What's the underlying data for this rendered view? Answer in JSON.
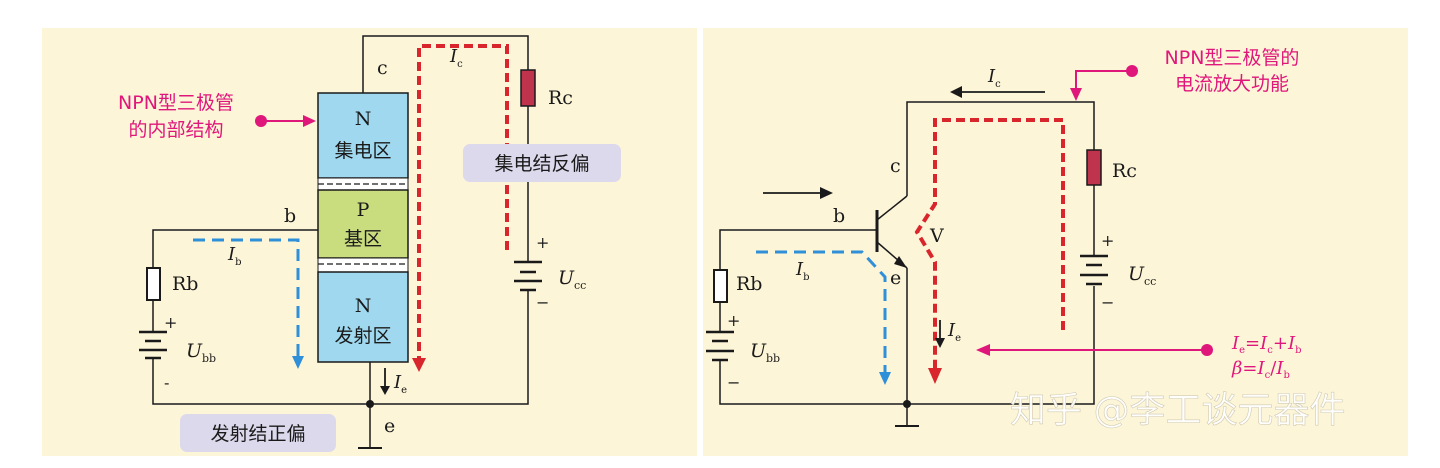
{
  "left": {
    "callout": [
      "NPN型三极管",
      "的内部结构"
    ],
    "regions": {
      "collector": [
        "N",
        "集电区"
      ],
      "base": [
        "P",
        "基区"
      ],
      "emitter": [
        "N",
        "发射区"
      ]
    },
    "terminals": {
      "c": "c",
      "b": "b",
      "e": "e"
    },
    "resistors": {
      "rc": "Rc",
      "rb": "Rb"
    },
    "sources": {
      "ucc": "U",
      "ucc_sub": "cc",
      "ubb": "U",
      "ubb_sub": "bb"
    },
    "currents": {
      "ic": "I",
      "ic_sub": "c",
      "ib": "I",
      "ib_sub": "b",
      "ie": "I",
      "ie_sub": "e"
    },
    "polarity": {
      "plus": "+",
      "minus": "−",
      "minus_b": "-"
    },
    "badges": {
      "collector_reverse": "集电结反偏",
      "emitter_forward": "发射结正偏"
    }
  },
  "right": {
    "callout": [
      "NPN型三极管的",
      "电流放大功能"
    ],
    "terminals": {
      "c": "c",
      "b": "b",
      "e": "e",
      "v": "V"
    },
    "resistors": {
      "rc": "Rc",
      "rb": "Rb"
    },
    "sources": {
      "ucc": "U",
      "ucc_sub": "cc",
      "ubb": "U",
      "ubb_sub": "bb"
    },
    "currents": {
      "ic": "I",
      "ic_sub": "c",
      "ib": "I",
      "ib_sub": "b",
      "ie": "I",
      "ie_sub": "e"
    },
    "polarity": {
      "plus": "+",
      "minus": "−"
    },
    "formula1": {
      "ie": "I",
      "ie_sub": "e",
      "eq": "=",
      "ic": "I",
      "ic_sub": "c",
      "plus": "+",
      "ib": "I",
      "ib_sub": "b"
    },
    "formula2": {
      "beta": "β",
      "eq": "=",
      "ic": "I",
      "ic_sub": "c",
      "slash": "/",
      "ib": "I",
      "ib_sub": "b"
    }
  },
  "watermark": "知乎 @李工谈元器件",
  "colors": {
    "panel_bg": "#fdf5d8",
    "wire": "#1a1a1a",
    "n_region": "#9fd8ef",
    "p_region": "#c9dc7e",
    "resistor_rc": "#c0334d",
    "collector_current": "#d8262c",
    "base_current": "#2f8fd8",
    "callout": "#e0177b",
    "badge_bg": "#ddd9ec"
  }
}
